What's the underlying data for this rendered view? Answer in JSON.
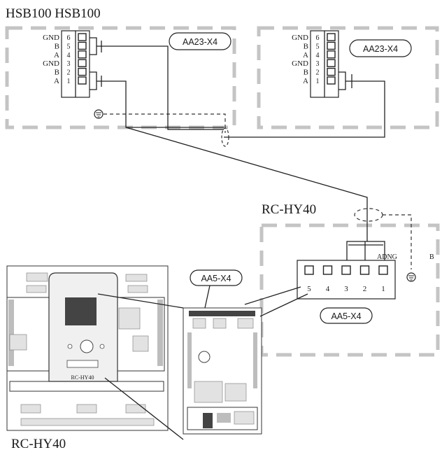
{
  "title": "HSB100  HSB100",
  "rc_label": "RC-HY40",
  "bottom_label": "RC-HY40",
  "connectors": {
    "aa23_left": "AA23-X4",
    "aa23_right": "AA23-X4",
    "aa5_top": "AA5-X4",
    "aa5_bottom": "AA5-X4"
  },
  "hsb_left": {
    "signals": [
      "GND",
      "B",
      "A",
      "GND",
      "B",
      "A"
    ],
    "pins": [
      "6",
      "5",
      "4",
      "3",
      "2",
      "1"
    ]
  },
  "hsb_right": {
    "signals": [
      "GND",
      "B",
      "A",
      "GND",
      "B",
      "A"
    ],
    "pins": [
      "6",
      "5",
      "4",
      "3",
      "2",
      "1"
    ]
  },
  "rc_terminal": {
    "pins": [
      "5",
      "4",
      "3",
      "2",
      "1"
    ],
    "signal_label": "ADNG",
    "side_label": "B"
  },
  "device_display": "RC-HY40"
}
